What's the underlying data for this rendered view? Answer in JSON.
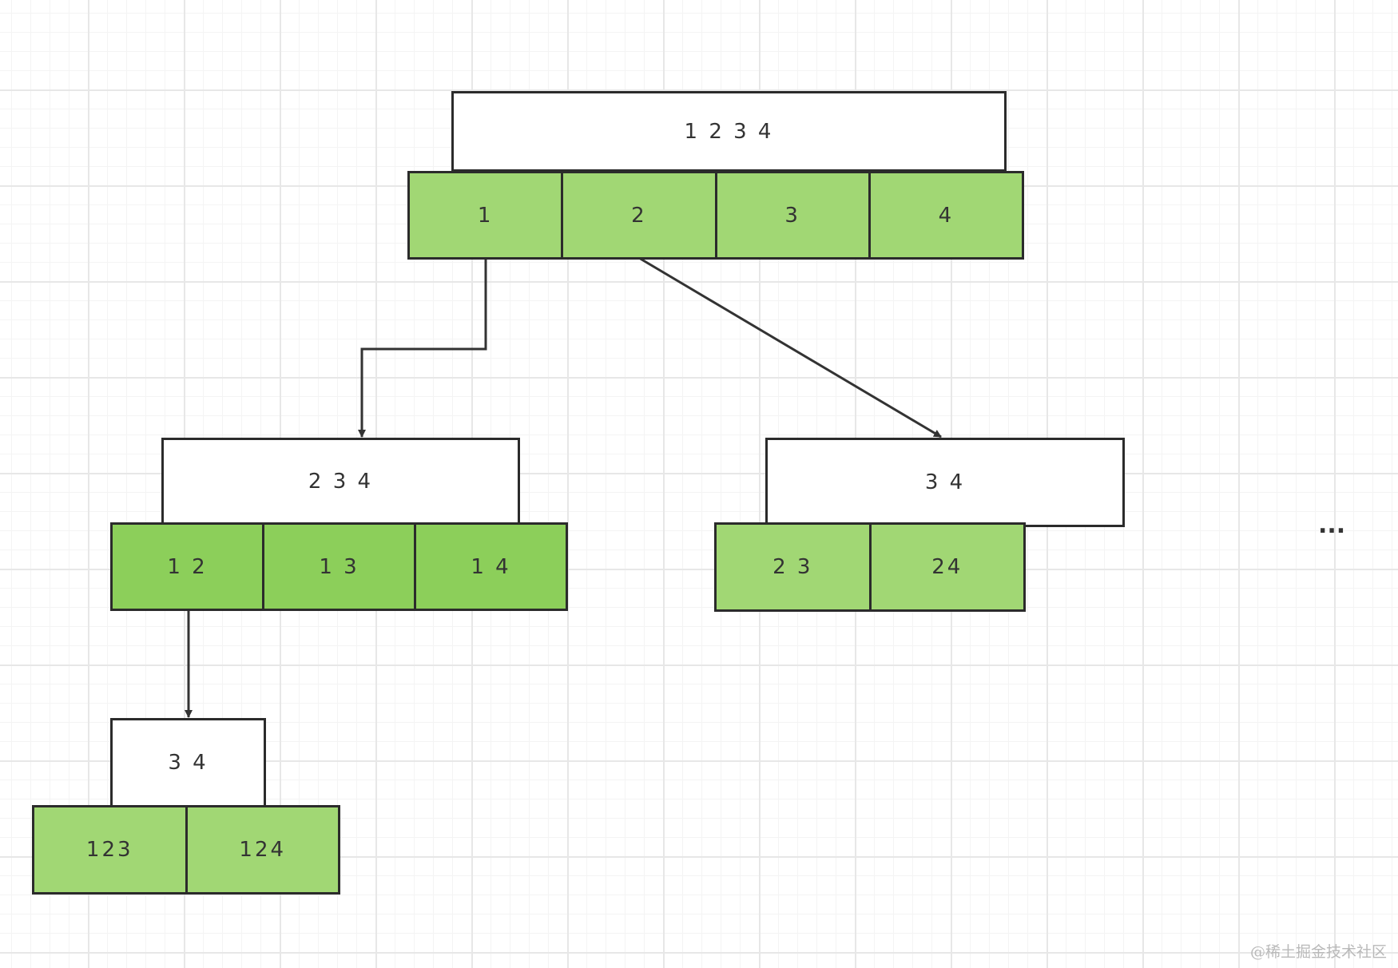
{
  "tree": {
    "root": {
      "label": "1 2 3 4",
      "cells": [
        "1",
        "2",
        "3",
        "4"
      ]
    },
    "level2_left": {
      "label": "2 3 4",
      "cells": [
        "1 2",
        "1 3",
        "1 4"
      ]
    },
    "level2_right": {
      "label": "3 4",
      "cells": [
        "2 3",
        "24"
      ]
    },
    "level3": {
      "label": "3 4",
      "cells": [
        "123",
        "124"
      ]
    }
  },
  "more_indicator": "...",
  "watermark": "@稀土掘金技术社区",
  "colors": {
    "cell_fill": "#a1d774",
    "cell_fill_dark": "#8ccf5a",
    "border": "#2b2b2b",
    "arrow": "#333333"
  }
}
